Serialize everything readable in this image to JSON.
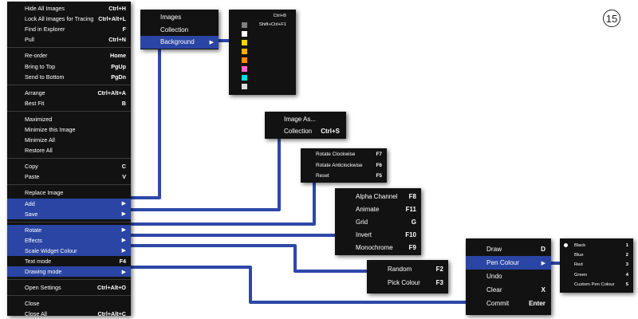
{
  "badge": "15",
  "colors": {
    "menu_bg": "#121212",
    "highlight": "#2a45a3",
    "connector": "#2d48a8"
  },
  "main_menu": {
    "hide_all": {
      "label": "Hide All Images",
      "shortcut": "Ctrl+H"
    },
    "lock_all": {
      "label": "Lock All Images for Tracing",
      "shortcut": "Ctrl+Alt+L"
    },
    "find_explorer": {
      "label": "Find in Explorer",
      "shortcut": "F"
    },
    "pull": {
      "label": "Pull",
      "shortcut": "Ctrl+N"
    },
    "reorder": {
      "label": "Re-order",
      "shortcut": "Home"
    },
    "bring_top": {
      "label": "Bring to Top",
      "shortcut": "PgUp"
    },
    "send_bottom": {
      "label": "Send to Bottom",
      "shortcut": "PgDn"
    },
    "arrange": {
      "label": "Arrange",
      "shortcut": "Ctrl+Alt+A"
    },
    "best_fit": {
      "label": "Best Fit",
      "shortcut": "B"
    },
    "maximized": {
      "label": "Maximized",
      "shortcut": ""
    },
    "minimize_this": {
      "label": "Minimize this Image",
      "shortcut": ""
    },
    "minimize_all": {
      "label": "Minimize All",
      "shortcut": ""
    },
    "restore_all": {
      "label": "Restore All",
      "shortcut": ""
    },
    "copy": {
      "label": "Copy",
      "shortcut": "C"
    },
    "paste": {
      "label": "Paste",
      "shortcut": "V"
    },
    "replace": {
      "label": "Replace Image",
      "shortcut": ""
    },
    "add": {
      "label": "Add"
    },
    "save": {
      "label": "Save"
    },
    "rotate": {
      "label": "Rotate"
    },
    "effects": {
      "label": "Effects"
    },
    "scale_widget": {
      "label": "Scale Widget Colour"
    },
    "text_mode": {
      "label": "Text mode",
      "shortcut": "F4"
    },
    "drawing_mode": {
      "label": "Drawing mode"
    },
    "open_settings": {
      "label": "Open Settings",
      "shortcut": "Ctrl+Alt+O"
    },
    "close": {
      "label": "Close",
      "shortcut": ""
    },
    "close_all": {
      "label": "Close All",
      "shortcut": "Ctrl+Alt+C"
    }
  },
  "add_submenu": {
    "images": "Images",
    "collection": "Collection",
    "background": "Background"
  },
  "background_submenu": {
    "shortcut_1": "Ctrl+B",
    "shortcut_2": "Shift+Ctrl+F1",
    "swatches": [
      "#7f7f7f",
      "#ffffff",
      "#ffd400",
      "#ffb000",
      "#ff8c00",
      "#ff66cc",
      "#00e0e0",
      "#dddddd"
    ]
  },
  "save_submenu": {
    "image_as": {
      "label": "Image As...",
      "shortcut": ""
    },
    "collection": {
      "label": "Collection",
      "shortcut": "Ctrl+S"
    }
  },
  "rotate_submenu": {
    "clockwise": {
      "label": "Rotate Clockwise",
      "shortcut": "F7"
    },
    "anticlockwise": {
      "label": "Rotate Anticlockwise",
      "shortcut": "F6"
    },
    "reset": {
      "label": "Reset",
      "shortcut": "F5"
    }
  },
  "effects_submenu": {
    "alpha": {
      "label": "Alpha Channel",
      "shortcut": "F8"
    },
    "animate": {
      "label": "Animate",
      "shortcut": "F11"
    },
    "grid": {
      "label": "Grid",
      "shortcut": "G"
    },
    "invert": {
      "label": "Invert",
      "shortcut": "F10"
    },
    "monochrome": {
      "label": "Monochrome",
      "shortcut": "F9"
    }
  },
  "scale_submenu": {
    "random": {
      "label": "Random",
      "shortcut": "F2"
    },
    "pick": {
      "label": "Pick Colour",
      "shortcut": "F3"
    }
  },
  "drawing_submenu": {
    "draw": {
      "label": "Draw",
      "shortcut": "D"
    },
    "pen_colour": {
      "label": "Pen Colour"
    },
    "undo": {
      "label": "Undo",
      "shortcut": ""
    },
    "clear": {
      "label": "Clear",
      "shortcut": "X"
    },
    "commit": {
      "label": "Commit",
      "shortcut": "Enter"
    }
  },
  "pen_colour_submenu": {
    "black": {
      "label": "Black",
      "shortcut": "1"
    },
    "blue": {
      "label": "Blue",
      "shortcut": "2"
    },
    "red": {
      "label": "Red",
      "shortcut": "3"
    },
    "green": {
      "label": "Green",
      "shortcut": "4"
    },
    "custom": {
      "label": "Custom Pen Colour",
      "shortcut": "5"
    }
  }
}
